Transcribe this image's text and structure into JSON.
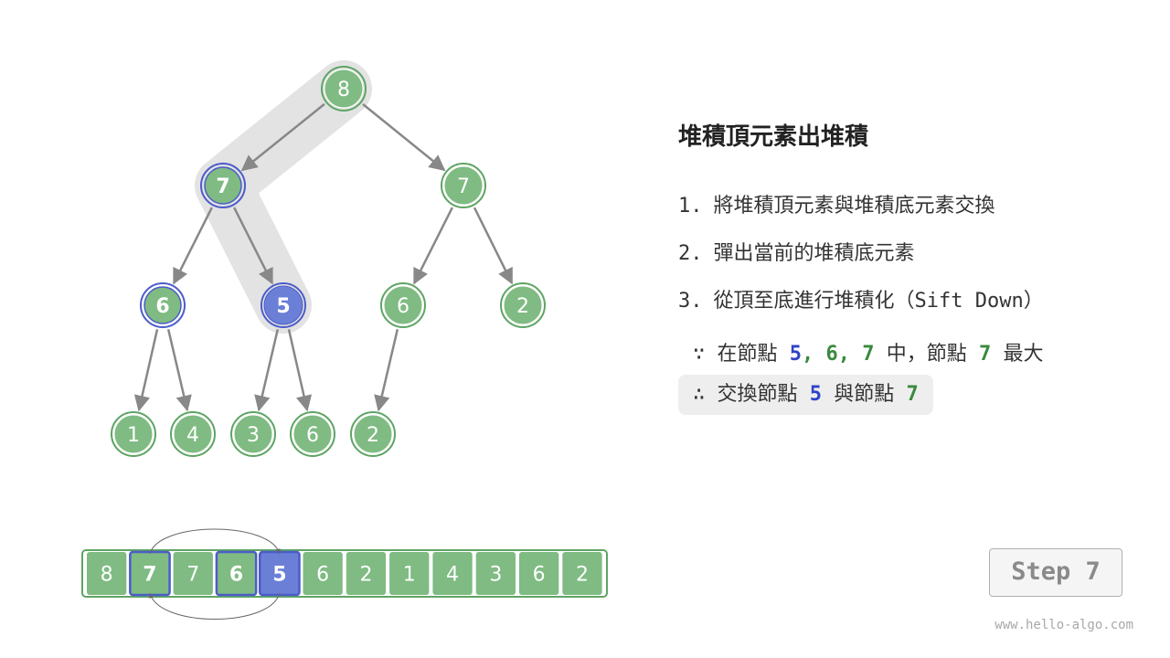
{
  "heap_nodes": [
    8,
    7,
    7,
    6,
    5,
    6,
    2,
    1,
    4,
    3,
    6,
    2
  ],
  "highlighted_indices": [
    1,
    3,
    4
  ],
  "swap_pair": [
    1,
    4
  ],
  "array": [
    8,
    7,
    7,
    6,
    5,
    6,
    2,
    1,
    4,
    3,
    6,
    2
  ],
  "colors": {
    "node_fill": "#7fbb82",
    "node_stroke": "#5ea463",
    "highlight_fill": "#6b7fd7",
    "highlight_stroke": "#4b5cc9",
    "edge": "#888888",
    "path_shade": "#e3e3e3"
  },
  "panel": {
    "title": "堆積頂元素出堆積",
    "steps": [
      {
        "num": "1.",
        "text": "將堆積頂元素與堆積底元素交換"
      },
      {
        "num": "2.",
        "text": "彈出當前的堆積底元素"
      },
      {
        "num": "3.",
        "text": "從頂至底進行堆積化（Sift Down）"
      }
    ],
    "because": {
      "symbol": "∵",
      "prefix": "在節點",
      "v1": "5",
      "sep1": ",",
      "v2": "6",
      "sep2": ",",
      "v3": "7",
      "middle": "中，節點",
      "v4": "7",
      "suffix": "最大"
    },
    "therefore": {
      "symbol": "∴",
      "prefix": "交換節點",
      "v1": "5",
      "middle": "與節點",
      "v2": "7"
    }
  },
  "step_label": "Step 7",
  "watermark": "www.hello-algo.com"
}
